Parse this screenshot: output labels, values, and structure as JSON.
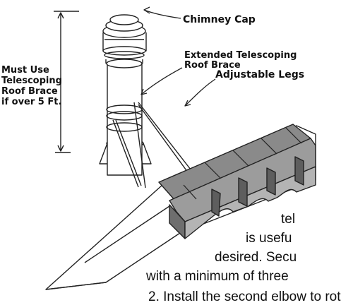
{
  "labels": {
    "chimney_cap": "Chimney Cap",
    "extended_roof_brace": "Extended Telescoping\nRoof Brace",
    "adjustable_legs": "Adjustable Legs",
    "must_use_brace": "Must Use\nTelescoping\nRoof Brace\nif over 5 Ft."
  },
  "body_text": {
    "line1": "tel",
    "line2": "is usefu",
    "line3": "desired. Secu",
    "line4": "with a minimum of three",
    "line5": "2. Install the second elbow to rot"
  },
  "colors": {
    "line": "#222222",
    "shingle": "#8a8a8a",
    "shingle_dark": "#5e5e5e",
    "chimney": "#ffffff"
  }
}
